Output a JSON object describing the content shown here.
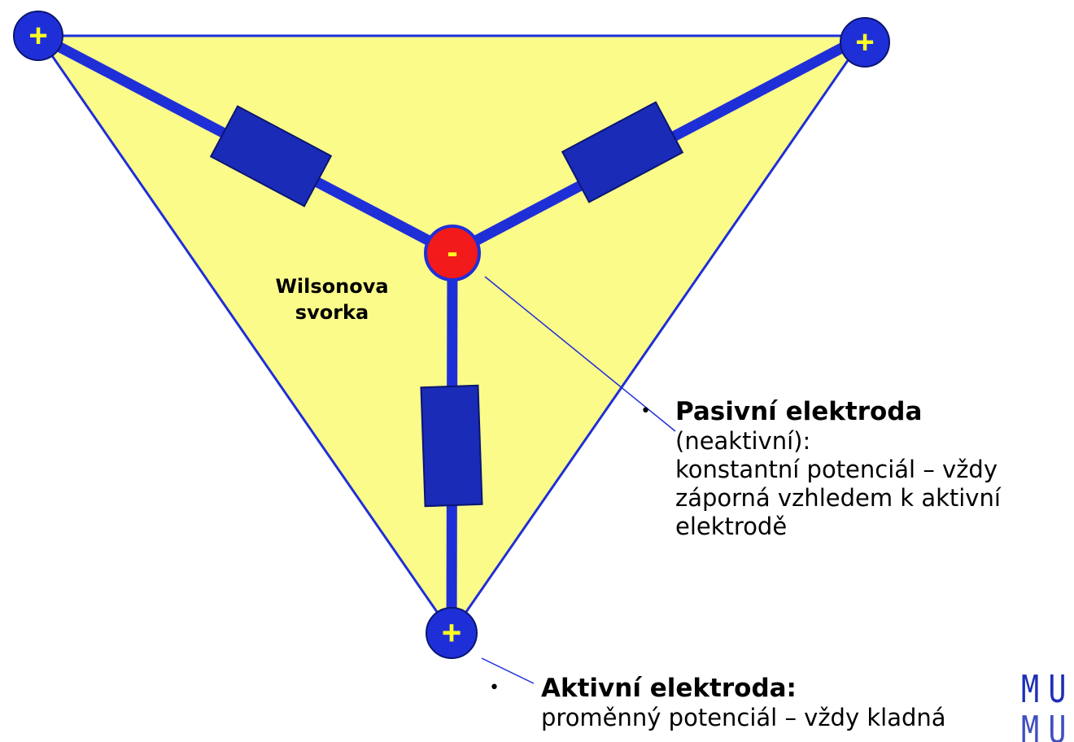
{
  "colors": {
    "triangle_fill": "#fbfb8a",
    "wire": "#1f2fd8",
    "resistor": "#1a2bb8",
    "positive_node": "#1f2fd8",
    "negative_node": "#f21a1a",
    "sign": "#ffff22",
    "logo": "#1f2fb5"
  },
  "nodes": {
    "top_left_sign": "+",
    "top_right_sign": "+",
    "bottom_sign": "+",
    "center_sign": "-"
  },
  "central_terminal": {
    "line1": "Wilsonova",
    "line2": "svorka"
  },
  "passive_electrode": {
    "bullet": "•",
    "title": "Pasivní elektroda",
    "lines": [
      "(neaktivní):",
      "konstantní potenciál – vždy",
      "záporná vzhledem k aktivní",
      "elektrodě"
    ]
  },
  "active_electrode": {
    "bullet": "•",
    "title": "Aktivní elektroda:",
    "lines": [
      "proměnný potenciál – vždy kladná"
    ]
  },
  "logo": {
    "row1": "MU",
    "row2": "MU"
  }
}
